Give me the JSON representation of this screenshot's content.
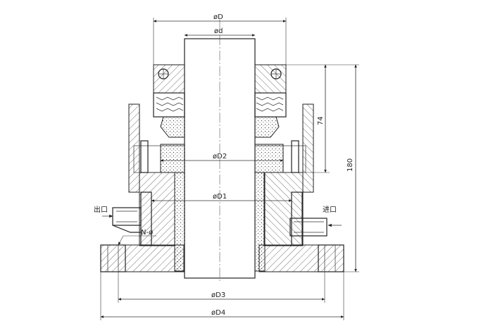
{
  "dimensions": {
    "D": "øD",
    "d": "ød",
    "D2": "øD2",
    "D1": "øD1",
    "D3": "øD3",
    "D4": "øD4",
    "h74": "74",
    "h180": "180",
    "nholes": "N-ø"
  },
  "ports": {
    "outlet": "出口",
    "inlet": "进口"
  }
}
